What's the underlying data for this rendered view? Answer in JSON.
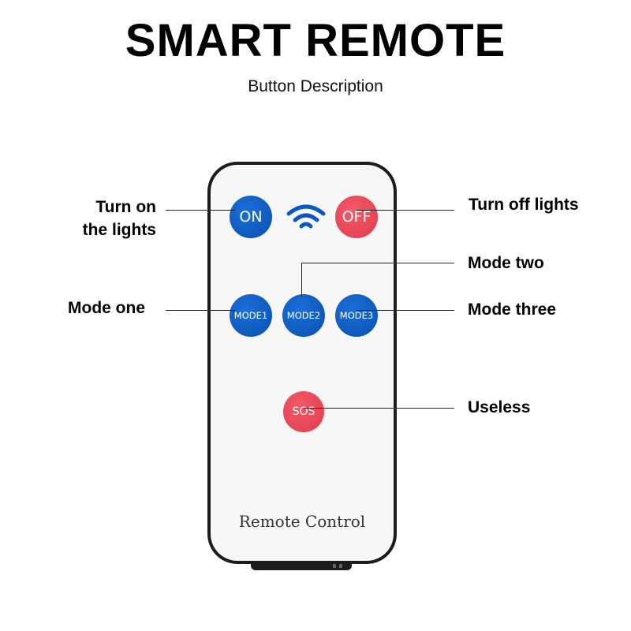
{
  "header": {
    "title": "SMART REMOTE",
    "subtitle": "Button Description"
  },
  "remote": {
    "buttons": {
      "on": "ON",
      "off": "OFF",
      "mode1": "MODE1",
      "mode2": "MODE2",
      "mode3": "MODE3",
      "sos": "SOS"
    },
    "label": "Remote Control",
    "colors": {
      "blue": "#0a4fb0",
      "red": "#e03b4c",
      "body": "#1c1c1c"
    }
  },
  "callouts": {
    "on_line1": "Turn on",
    "on_line2": "the lights",
    "off": "Turn off lights",
    "mode_two": "Mode two",
    "mode_one": "Mode one",
    "mode_three": "Mode three",
    "sos": "Useless"
  }
}
